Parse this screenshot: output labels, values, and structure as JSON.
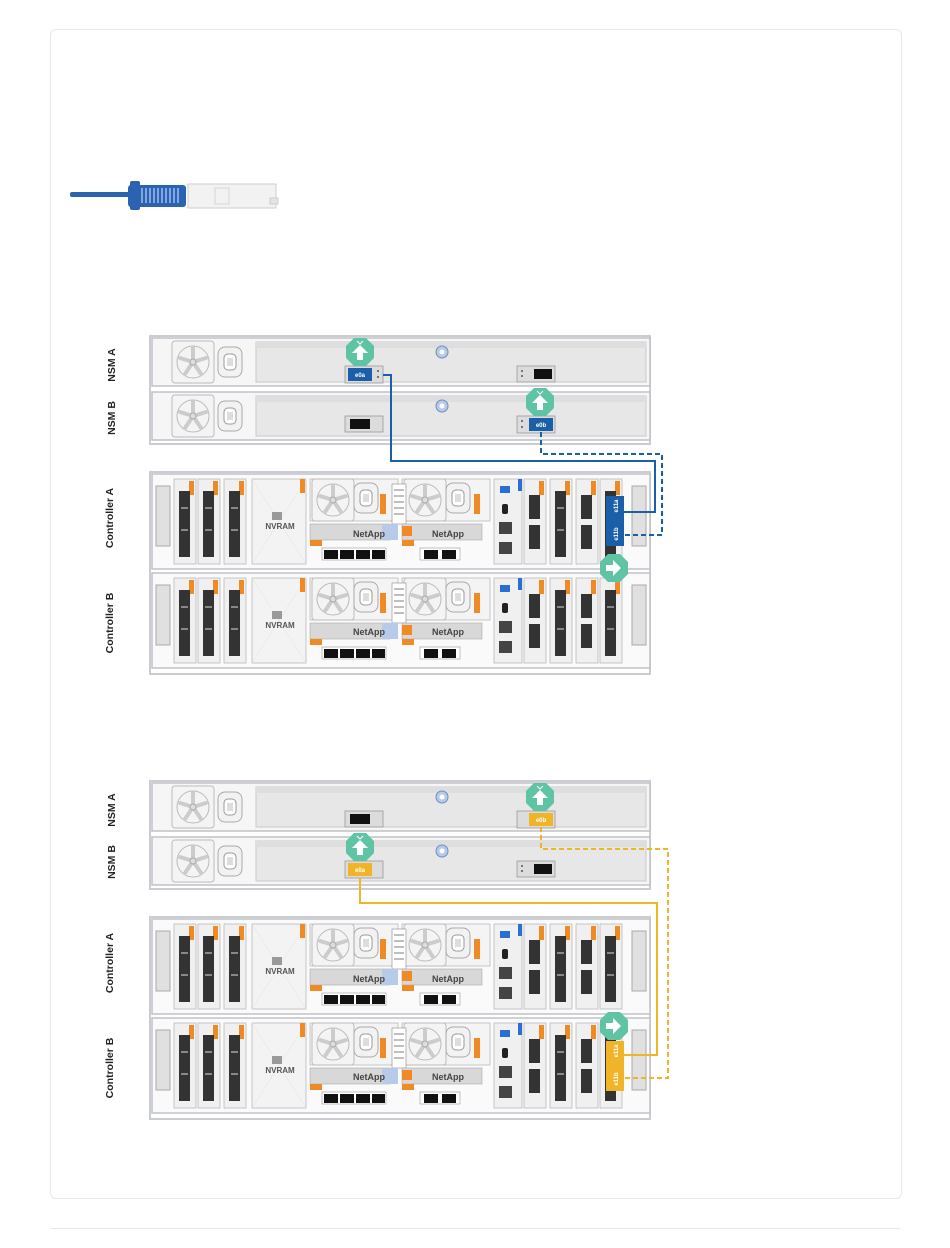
{
  "colors": {
    "cable_blue": "#1a5fa8",
    "cable_orange": "#f0b429",
    "green_marker": "#5fc4a4",
    "orange_accent": "#f08a24",
    "frame_gray": "#c9ccd0"
  },
  "diagram_top": {
    "shelf_labels": {
      "nsm_a": "NSM A",
      "nsm_b": "NSM B"
    },
    "controller_labels": {
      "a": "Controller A",
      "b": "Controller B"
    },
    "ports": {
      "nsm_a": "e0a",
      "nsm_b": "e0b",
      "ctrl_1": "e11a",
      "ctrl_2": "e11b"
    }
  },
  "diagram_bottom": {
    "shelf_labels": {
      "nsm_a": "NSM A",
      "nsm_b": "NSM B"
    },
    "controller_labels": {
      "a": "Controller A",
      "b": "Controller B"
    },
    "ports": {
      "nsm_a": "e0b",
      "nsm_b": "e0a",
      "ctrl_1": "e11a",
      "ctrl_2": "e11b"
    }
  },
  "controller_text": {
    "nvram": "NVRAM",
    "brand": "NetApp"
  },
  "icons": {
    "cable": "sfp-cable-icon",
    "marker": "green-arrow-marker-icon",
    "fan": "fan-icon"
  }
}
